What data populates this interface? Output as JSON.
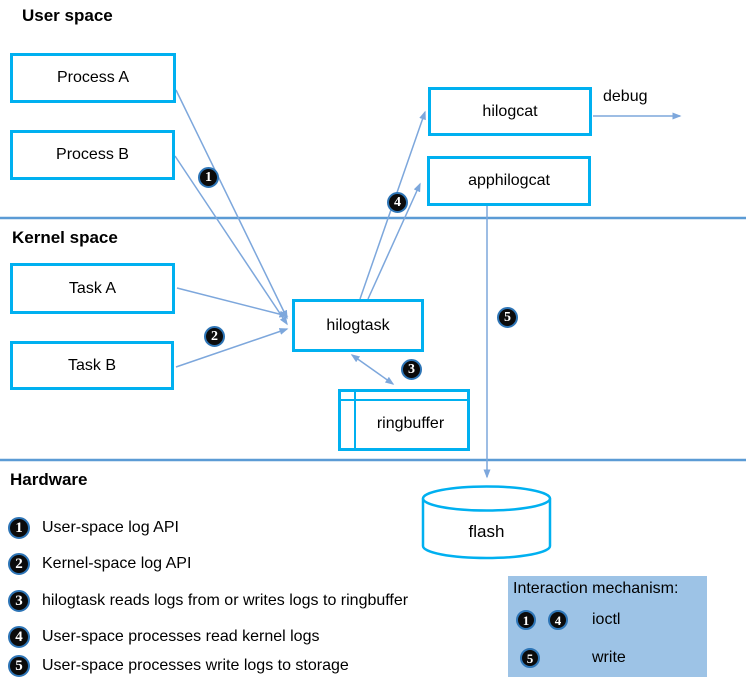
{
  "colors": {
    "box_border": "#00B0F0",
    "divider_line": "#5B9BD5",
    "connector_line": "#7DA7DC",
    "legend_fill": "#9DC3E6",
    "badge_fill": "#0b0b0b",
    "badge_ring": "#2E75B6"
  },
  "sections": {
    "user_space": "User space",
    "kernel_space": "Kernel space",
    "hardware": "Hardware"
  },
  "nodes": {
    "process_a": "Process A",
    "process_b": "Process B",
    "hilogcat": "hilogcat",
    "apphilogcat": "apphilogcat",
    "task_a": "Task A",
    "task_b": "Task B",
    "hilogtask": "hilogtask",
    "ringbuffer": "ringbuffer",
    "flash": "flash"
  },
  "labels": {
    "debug": "debug"
  },
  "markers": {
    "m1": "1",
    "m2": "2",
    "m3": "3",
    "m4": "4",
    "m5": "5"
  },
  "legend": {
    "items": [
      {
        "num": "1",
        "text": "User-space log API"
      },
      {
        "num": "2",
        "text": "Kernel-space log API"
      },
      {
        "num": "3",
        "text": "hilogtask reads logs from or writes logs to ringbuffer"
      },
      {
        "num": "4",
        "text": "User-space processes read kernel logs"
      },
      {
        "num": "5",
        "text": "User-space processes write logs to storage"
      }
    ]
  },
  "mechanism": {
    "title": "Interaction mechanism:",
    "rows": [
      {
        "nums": [
          "1",
          "4"
        ],
        "label": "ioctl"
      },
      {
        "nums": [
          "5"
        ],
        "label": "write"
      }
    ]
  }
}
